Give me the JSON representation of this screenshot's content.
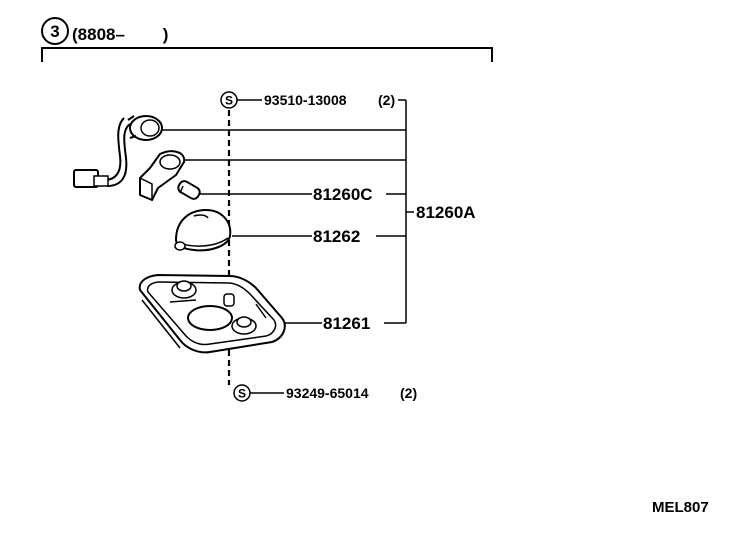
{
  "header": {
    "group_number": "3",
    "range_label": "(8808–        )"
  },
  "callouts": {
    "screw_symbol": "S",
    "screw_top": {
      "part_number": "93510-13008",
      "qty": "(2)"
    },
    "screw_bottom": {
      "part_number": "93249-65014",
      "qty": "(2)"
    },
    "bulb": "81260C",
    "assembly": "81260A",
    "lens": "81262",
    "housing": "81261"
  },
  "footer": {
    "drawing_code": "MEL807"
  }
}
